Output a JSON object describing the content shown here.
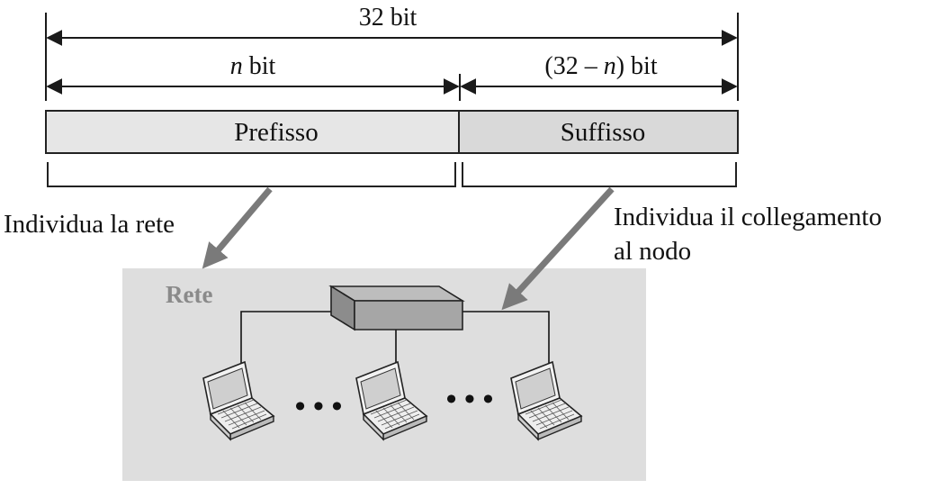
{
  "address": {
    "total_label": "32 bit",
    "prefix_width_label_italic": "n",
    "prefix_width_label_rest": " bit",
    "suffix_width_label_pre": "(32 – ",
    "suffix_width_label_italic": "n",
    "suffix_width_label_post": ") bit",
    "prefix_label": "Prefisso",
    "suffix_label": "Suffisso"
  },
  "annotations": {
    "prefix_meaning": "Individua la rete",
    "suffix_meaning_line1": "Individua il collegamento",
    "suffix_meaning_line2": "al nodo"
  },
  "network": {
    "label": "Rete",
    "hosts": [
      "laptop",
      "laptop",
      "laptop"
    ],
    "ellipsis": "• • •"
  },
  "colors": {
    "prefix_fill": "#e6e6e6",
    "suffix_fill": "#d9d9d9",
    "network_bg": "#dedede",
    "network_label": "#8a8a8a",
    "pointer": "#7a7a7a"
  },
  "icons": {
    "switch": "switch-icon",
    "host": "laptop-icon"
  }
}
